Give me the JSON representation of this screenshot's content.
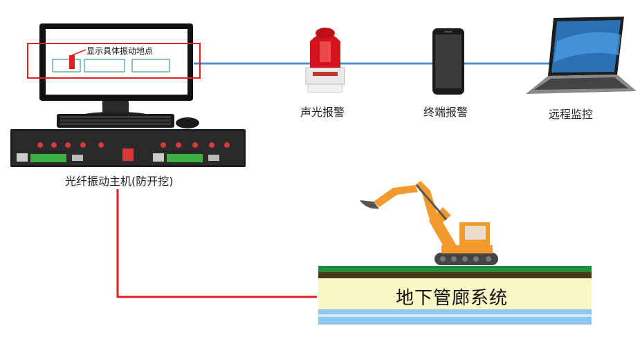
{
  "callout": {
    "text": "显示具体振动地点"
  },
  "devices": {
    "host": {
      "label": "光纤振动主机(防开挖)"
    },
    "alarm": {
      "label": "声光报警"
    },
    "phone": {
      "label": "终端报警"
    },
    "laptop": {
      "label": "远程监控"
    }
  },
  "ground": {
    "label": "地下管廊系统"
  },
  "colors": {
    "network_line": "#4a90d9",
    "fiber_line": "#e02020",
    "callout_box": "#e02020",
    "grass": "#1f8f3a",
    "soil": "#fbf7c4",
    "water": "#8fc6ee",
    "excavator": "#f39a2e"
  }
}
